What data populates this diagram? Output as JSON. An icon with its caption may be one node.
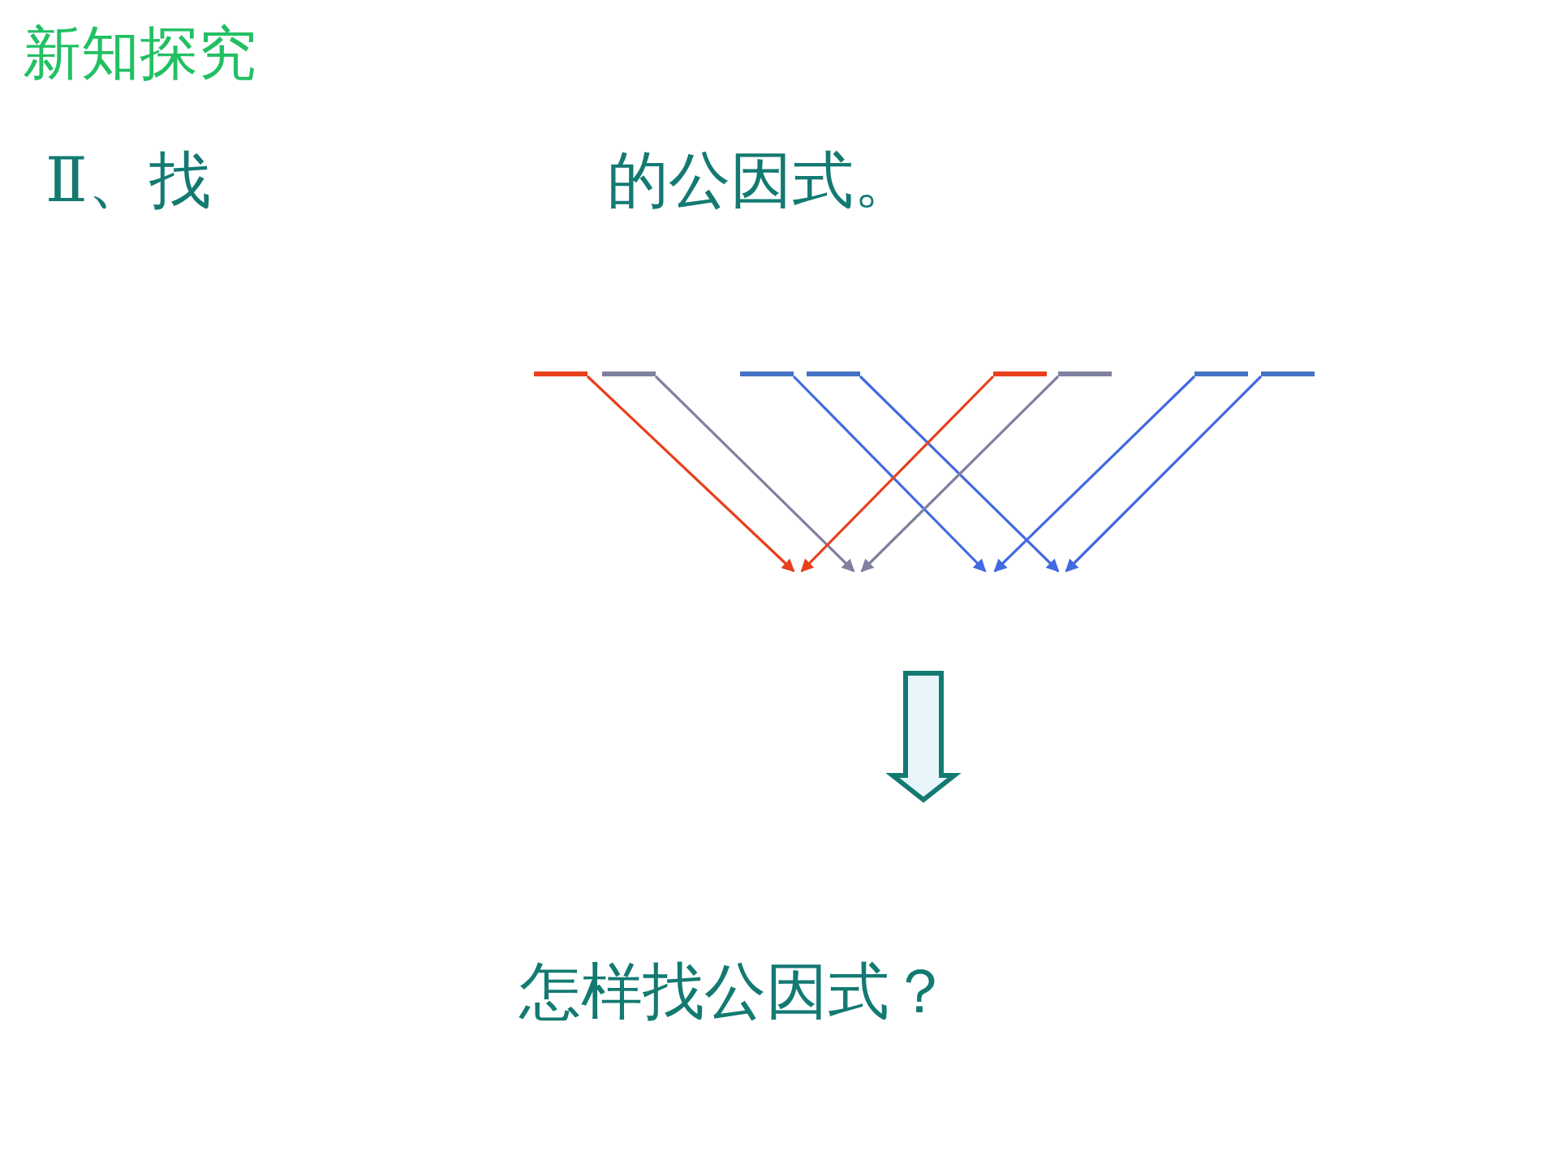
{
  "diagram": {
    "title": "新知探究",
    "nodes": [
      {
        "text": [],
        "shape": "bar"
      },
      {
        "text": [],
        "shape": "bar"
      },
      {
        "text": [],
        "shape": "bar"
      },
      {
        "text": [],
        "shape": "bar"
      },
      {
        "text": [],
        "shape": "bar"
      },
      {
        "text": [],
        "shape": "bar"
      },
      {
        "text": [],
        "shape": "bar"
      },
      {
        "text": [],
        "shape": "bar"
      }
    ],
    "edges": [
      {
        "from": 0,
        "to": null,
        "arrow": "to",
        "color": "#e8401c"
      },
      {
        "from": 1,
        "to": null,
        "arrow": "to",
        "color": "#8080a0"
      },
      {
        "from": 2,
        "to": null,
        "arrow": "to"
      },
      {
        "from": 3,
        "to": null,
        "arrow": "to"
      },
      {
        "from": 4,
        "to": null,
        "arrow": "to",
        "color": "#e8401c"
      },
      {
        "from": 5,
        "to": null,
        "arrow": "to",
        "color": "#8080a0"
      },
      {
        "from": 6,
        "to": null,
        "arrow": "to"
      },
      {
        "from": 7,
        "to": null,
        "arrow": "to"
      }
    ],
    "labels": [
      "Ⅱ、找",
      "的公因式。",
      "怎样找公因式？"
    ]
  }
}
